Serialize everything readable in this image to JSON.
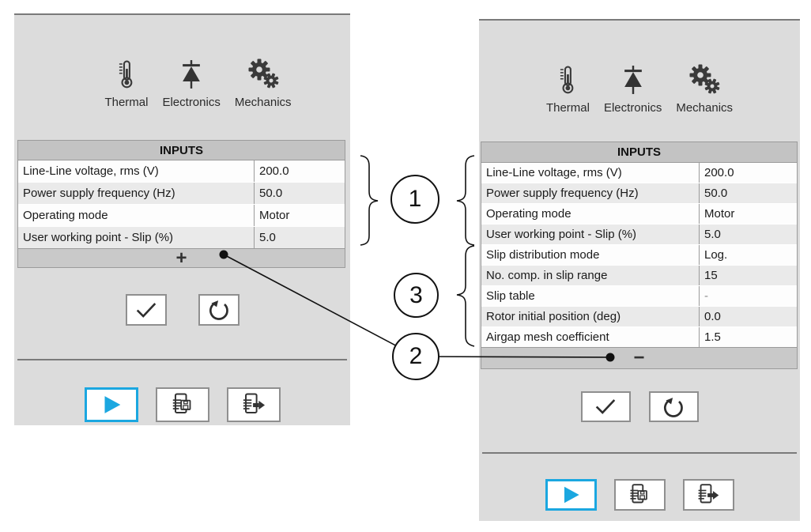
{
  "colors": {
    "accent_blue": "#1ba7e0",
    "panel_background": "#dcdcdc",
    "table_header_background": "#c3c3c3",
    "row_alternate_background": "#eaeaea",
    "bar_background": "#c9c9c9",
    "table_border": "#9b9b9b"
  },
  "left_panel": {
    "tabs": [
      {
        "label": "Thermal"
      },
      {
        "label": "Electronics"
      },
      {
        "label": "Mechanics"
      }
    ],
    "table": {
      "title": "INPUTS",
      "rows": [
        {
          "label": "Line-Line voltage, rms (V)",
          "value": "200.0"
        },
        {
          "label": "Power supply frequency (Hz)",
          "value": "50.0"
        },
        {
          "label": "Operating mode",
          "value": "Motor"
        },
        {
          "label": "User working point - Slip (%)",
          "value": "5.0"
        }
      ],
      "expand_button_label": "+"
    }
  },
  "right_panel": {
    "tabs": [
      {
        "label": "Thermal"
      },
      {
        "label": "Electronics"
      },
      {
        "label": "Mechanics"
      }
    ],
    "table": {
      "title": "INPUTS",
      "rows": [
        {
          "label": "Line-Line voltage, rms (V)",
          "value": "200.0"
        },
        {
          "label": "Power supply frequency (Hz)",
          "value": "50.0"
        },
        {
          "label": "Operating mode",
          "value": "Motor"
        },
        {
          "label": "User working point - Slip (%)",
          "value": "5.0"
        },
        {
          "label": "Slip distribution mode",
          "value": "Log."
        },
        {
          "label": "No. comp. in slip range",
          "value": "15"
        },
        {
          "label": "Slip table",
          "value": "-"
        },
        {
          "label": "Rotor initial position (deg)",
          "value": "0.0"
        },
        {
          "label": "Airgap mesh coefficient",
          "value": "1.5"
        }
      ],
      "collapse_button_label": "−"
    }
  },
  "callouts": [
    {
      "number": "1"
    },
    {
      "number": "2"
    },
    {
      "number": "3"
    }
  ]
}
